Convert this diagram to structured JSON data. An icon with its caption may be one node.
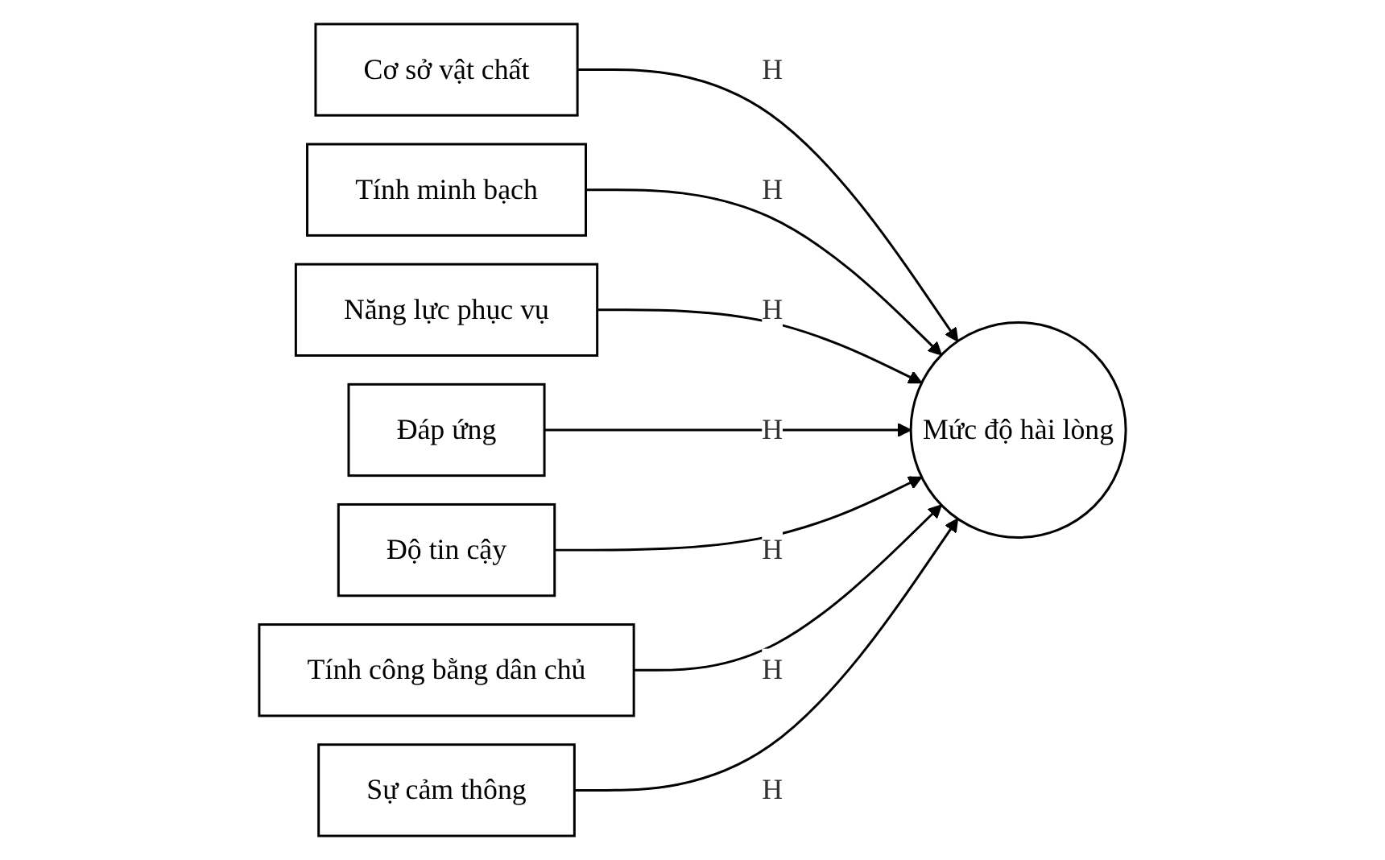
{
  "diagram": {
    "nodes": [
      {
        "text": [
          "Cơ sở vật chất"
        ]
      },
      {
        "text": [
          "Tính minh bạch"
        ]
      },
      {
        "text": [
          "Năng lực phục vụ"
        ]
      },
      {
        "text": [
          "Đáp ứng"
        ]
      },
      {
        "text": [
          "Độ tin cậy"
        ]
      },
      {
        "text": [
          "Tính công bằng dân chủ"
        ]
      },
      {
        "text": [
          "Sự cảm thông"
        ]
      },
      {
        "text": [
          "Mức độ hài lòng"
        ]
      }
    ],
    "edges": [
      {
        "from": 0,
        "to": 7,
        "arrow": "to",
        "label": "H"
      },
      {
        "from": 1,
        "to": 7,
        "arrow": "to",
        "label": "H"
      },
      {
        "from": 2,
        "to": 7,
        "arrow": "to",
        "label": "H"
      },
      {
        "from": 3,
        "to": 7,
        "arrow": "to",
        "label": "H"
      },
      {
        "from": 4,
        "to": 7,
        "arrow": "to",
        "label": "H"
      },
      {
        "from": 5,
        "to": 7,
        "arrow": "to",
        "label": "H"
      },
      {
        "from": 6,
        "to": 7,
        "arrow": "to",
        "label": "H"
      }
    ]
  }
}
